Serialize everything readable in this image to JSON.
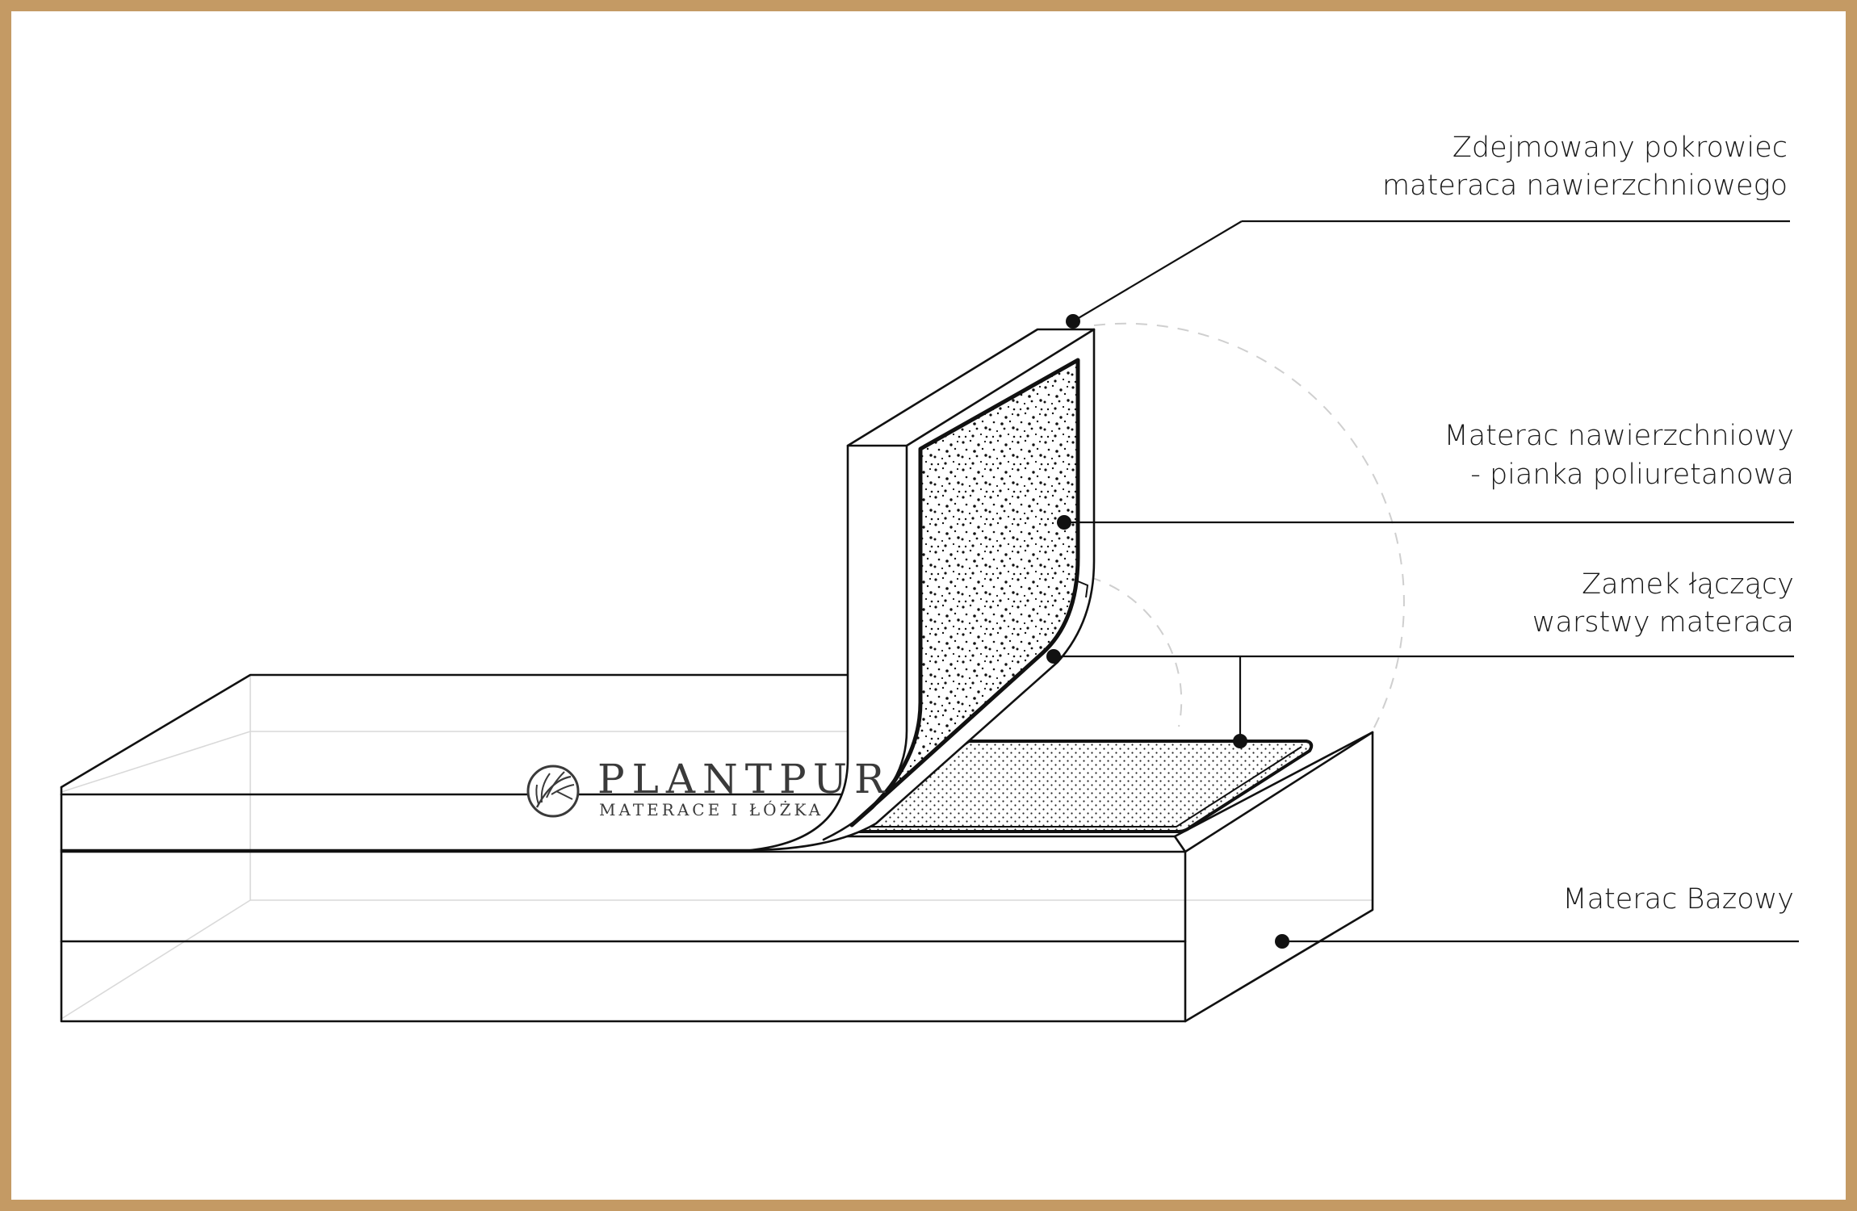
{
  "diagram": {
    "brand": {
      "name": "PLANTPUR",
      "tagline": "MATERACE I ŁÓŻKA"
    },
    "labels": [
      {
        "id": "cover",
        "lines": [
          "Zdejmowany pokrowiec",
          "materaca nawierzchniowego"
        ]
      },
      {
        "id": "topper",
        "lines": [
          "Materac nawierzchniowy",
          "- pianka poliuretanowa"
        ]
      },
      {
        "id": "zipper",
        "lines": [
          "Zamek łączący",
          "warstwy materaca"
        ]
      },
      {
        "id": "base",
        "lines": [
          "Materac Bazowy"
        ]
      }
    ],
    "colors": {
      "frame": "#c49a64",
      "ink": "#111111",
      "background": "#ffffff"
    }
  }
}
